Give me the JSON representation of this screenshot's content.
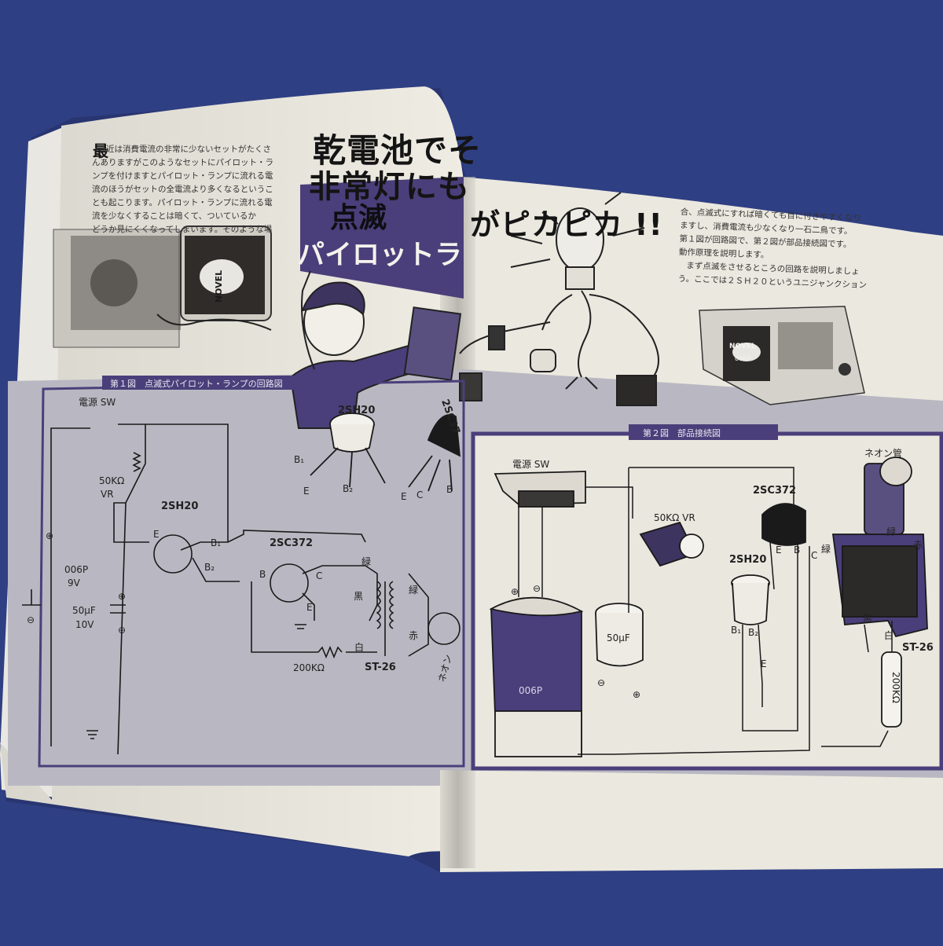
{
  "article": {
    "headline_line1": "乾電池でそ",
    "headline_line2": "非常灯にも",
    "headline_tail": "がピカピカ !!",
    "banner_line1": "点滅",
    "banner_line2": "パイロットラ",
    "intro_drop_cap": "最",
    "intro_lines": [
      "近は消費電流の非常に少ないセットがたくさ",
      "んありますがこのようなセットにパイロット・ラ",
      "ンプを付けますとパイロット・ランプに流れる電",
      "流のほうがセットの全電流より多くなるというこ",
      "とも起こります。パイロット・ランプに流れる電",
      "流を少なくすることは暗くて、ついているか",
      "どうか見にくくなってしまいます。そのような場"
    ],
    "right_text_lines": [
      "合、点滅式にすれば暗くても目に付きやすくなり",
      "ますし、消費電流も少なくなり一石二鳥です。",
      "第１図が回路図で、第２図が部品接続図です。",
      "動作原理を説明します。",
      "まず点滅をさせるところの回路を説明しましょ",
      "う。ここでは２ＳＨ２０というユニジャンクション"
    ]
  },
  "photos": {
    "battery_brand": "NOVEL",
    "battery_model": "006P"
  },
  "figure1": {
    "title": "第１図　点滅式パイロット・ランプの回路図",
    "power_switch": "電源 SW",
    "vr": "50KΩ",
    "vr_suffix": "VR",
    "ujt": "2SH20",
    "ujt_top": "2SH20",
    "transistor": "2SC372",
    "battery": "006P",
    "battery_v": "9V",
    "cap": "50μF",
    "cap_v": "10V",
    "resistor": "200KΩ",
    "transformer": "ST-26",
    "neon": "ネオン",
    "plus": "⊕",
    "minus": "⊖",
    "pins": {
      "e": "E",
      "b1": "B₁",
      "b2": "B₂",
      "b": "B",
      "c": "C",
      "e2": "E"
    },
    "top_pins": {
      "b1": "B₁",
      "e": "E",
      "b2": "B₂",
      "e2": "E",
      "c": "C",
      "b": "B"
    },
    "top_2sc": "2SC37",
    "wires": {
      "green": "緑",
      "black": "黒",
      "white": "白",
      "green2": "緑",
      "red": "赤"
    }
  },
  "figure2": {
    "title": "第２図　部品接続図",
    "power_switch": "電源 SW",
    "vr": "50KΩ VR",
    "neon": "ネオン管",
    "transistor": "2SC372",
    "ujt": "2SH20",
    "cap": "50μF",
    "battery": "006P",
    "resistor": "200KΩ",
    "transformer": "ST-26",
    "pins": {
      "e": "E",
      "b": "B",
      "c": "C",
      "b1": "B₁",
      "b2": "B₂",
      "e2": "E"
    },
    "wires": {
      "green": "緑",
      "red": "赤",
      "green2": "緑",
      "black": "黒",
      "white": "白"
    },
    "plus": "⊕",
    "minus": "⊖"
  },
  "colors": {
    "background": "#2f3f83",
    "paper": "#ece9e0",
    "accent_purple": "#4a3f7a",
    "gray_panel": "#b9b8c2"
  }
}
